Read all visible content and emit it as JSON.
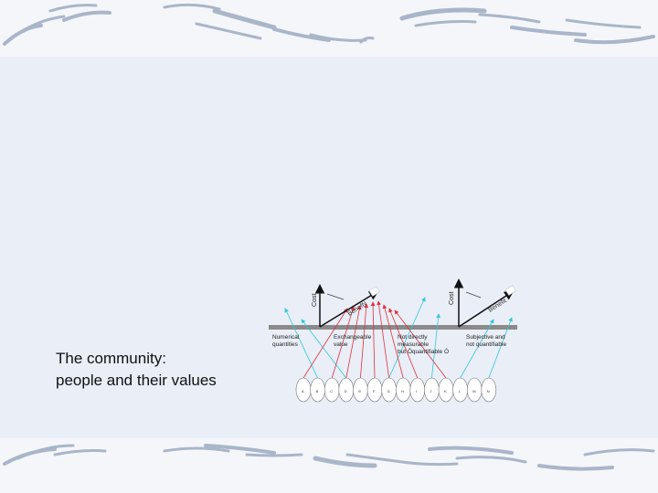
{
  "caption": {
    "line1": "The community:",
    "line2": "people and their values"
  },
  "diagram": {
    "left_axis": {
      "vertical": "Cost",
      "diagonal": "BenefN"
    },
    "right_axis": {
      "vertical": "Cost",
      "diagonal": "Benefit"
    },
    "categories": [
      {
        "line1": "Numerical",
        "line2": "quantities",
        "line3": ""
      },
      {
        "line1": "Exchangeable",
        "line2": "value",
        "line3": ""
      },
      {
        "line1": "Not directly",
        "line2": "measurable",
        "line3": "but Ôquantifiable Ó"
      },
      {
        "line1": "Subjective and",
        "line2": "not quantifiable",
        "line3": ""
      }
    ],
    "people": [
      "A",
      "B",
      "C",
      "D",
      "E",
      "F",
      "G",
      "H",
      "I",
      "J",
      "K",
      "L",
      "M",
      "N"
    ],
    "colors": {
      "red_arrow": "#e0303a",
      "cyan_arrow": "#30c8d8",
      "axis": "#111111",
      "band": "#8a8a8a"
    }
  },
  "decor": {
    "background": "#e9eef7",
    "swoosh_color": "#aab8cc"
  }
}
